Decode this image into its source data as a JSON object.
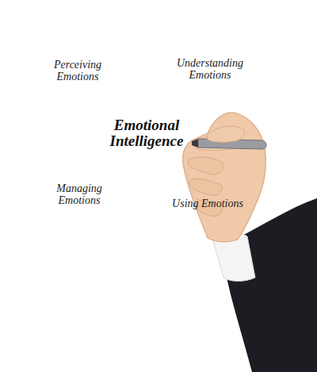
{
  "diagram": {
    "nodes": [
      {
        "text": [
          "Perceiving Emotions"
        ]
      },
      {
        "text": [
          "Understanding Emotions"
        ]
      },
      {
        "text": [
          "Emotional Intelligence"
        ]
      },
      {
        "text": [
          "Managing Emotions"
        ]
      },
      {
        "text": [
          "Using Emotions"
        ]
      }
    ]
  }
}
